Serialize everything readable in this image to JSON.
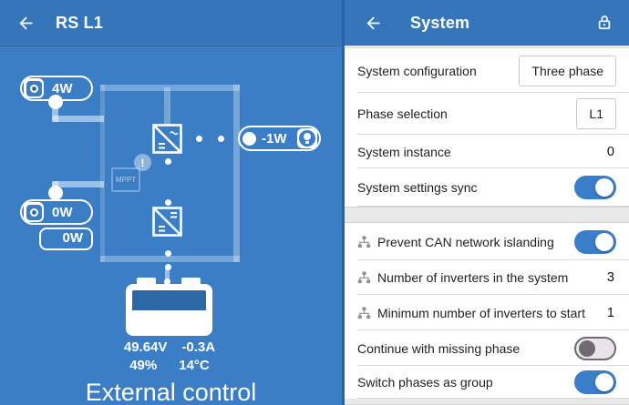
{
  "left_panel": {
    "header": {
      "title": "RS L1",
      "back_icon": "arrow-left"
    },
    "diagram": {
      "ac_in": {
        "power": "4W",
        "icon": "ac-source-icon"
      },
      "ac_loads_left": {
        "power": "0W",
        "aux_power": "0W",
        "icon": "ac-source-icon"
      },
      "ac_out": {
        "power": "-1W",
        "icon": "bulb-icon"
      },
      "inverter_ac": {
        "icon": "inverter-icon"
      },
      "converter_dc": {
        "icon": "dc-converter-icon"
      },
      "mppt_label": "MPPT",
      "alert": "!",
      "battery": {
        "voltage": "49.64V",
        "current": "-0.3A",
        "soc": "49%",
        "temperature": "14°C",
        "soc_percent": 49
      },
      "status": "External control"
    }
  },
  "right_panel": {
    "header": {
      "title": "System",
      "back_icon": "arrow-left",
      "lock_icon": "lock-open"
    },
    "settings": {
      "rows": [
        {
          "label": "System configuration",
          "value": "Three phase",
          "type": "box"
        },
        {
          "label": "Phase selection",
          "value": "L1",
          "type": "box"
        },
        {
          "label": "System instance",
          "value": "0",
          "type": "number"
        },
        {
          "label": "System settings sync",
          "type": "toggle",
          "state": "on"
        },
        {
          "label": "Prevent CAN network islanding",
          "type": "toggle",
          "state": "on",
          "icon": "network"
        },
        {
          "label": "Number of inverters in the system",
          "value": "3",
          "type": "number",
          "icon": "network"
        },
        {
          "label": "Minimum number of inverters to start",
          "value": "1",
          "type": "number",
          "icon": "network"
        },
        {
          "label": "Continue with missing phase",
          "type": "toggle",
          "state": "off"
        },
        {
          "label": "Switch phases as group",
          "type": "toggle",
          "state": "on"
        }
      ]
    }
  },
  "colors": {
    "header_blue": "#3576bb",
    "panel_blue": "#3b7ec6",
    "toggle_on": "#3a7dc9",
    "battery_empty": "#2d68a6",
    "row_bg": "#ffffff",
    "band_gray": "#e8e8e8"
  }
}
